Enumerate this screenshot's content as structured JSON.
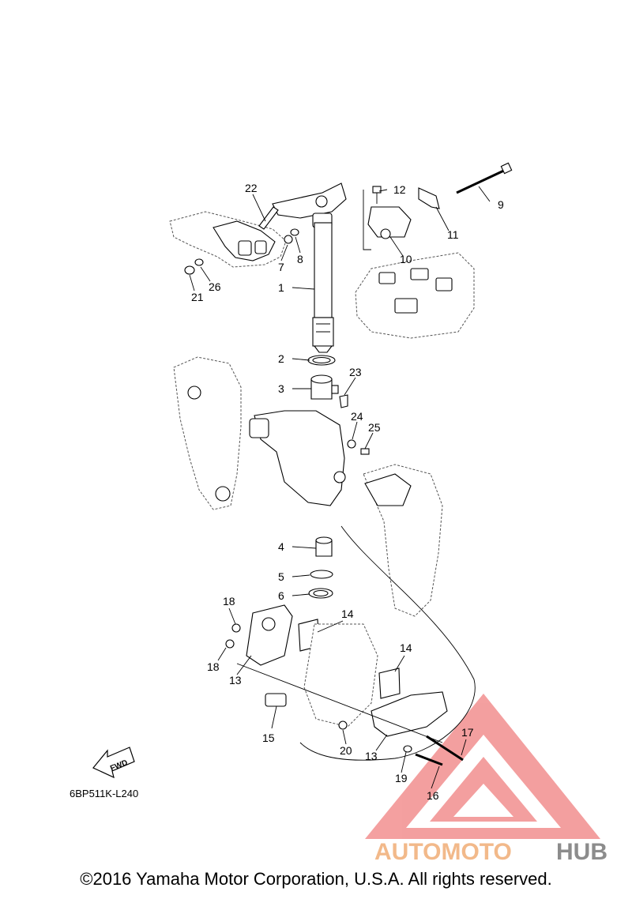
{
  "diagram": {
    "code": "6BP511K-L240",
    "fwd_label": "FWD",
    "callouts": [
      "1",
      "2",
      "3",
      "4",
      "5",
      "6",
      "7",
      "8",
      "9",
      "10",
      "11",
      "12",
      "13",
      "13",
      "14",
      "14",
      "15",
      "16",
      "17",
      "18",
      "18",
      "19",
      "20",
      "21",
      "22",
      "23",
      "24",
      "25",
      "26"
    ]
  },
  "watermark": {
    "part1": "AUTOMOTO",
    "part2": "HUB",
    "color_primary": "#f08080",
    "color_secondary": "#8c8c8c"
  },
  "footer": {
    "copyright": "©2016 Yamaha Motor Corporation, U.S.A. All rights reserved."
  }
}
